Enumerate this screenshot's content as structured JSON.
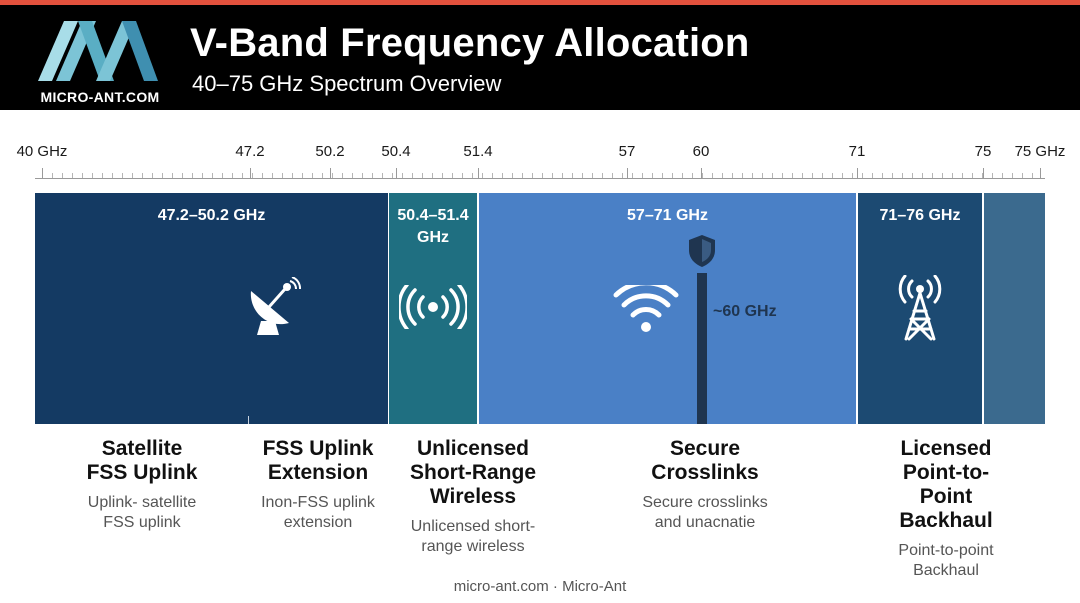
{
  "header": {
    "title": "V-Band Frequency Allocation",
    "subtitle": "40–75 GHz Spectrum Overview",
    "logo_text": "MICRO-ANT.COM"
  },
  "ruler": {
    "labels": [
      "40 GHz",
      "47.2",
      "50.2",
      "50.4",
      "51.4",
      "57",
      "60",
      "71",
      "75",
      "75 GHz"
    ]
  },
  "bands": [
    {
      "label": "47.2–50.2 GHz",
      "color": "#143a63",
      "icon": "satellite-dish-icon"
    },
    {
      "label": "50.4–51.4\nGHz",
      "color": "#1f6f81",
      "icon": "wireless-broadcast-icon"
    },
    {
      "label": "57–71 GHz",
      "color": "#4a80c6",
      "icon": "wifi-icon"
    },
    {
      "label": "71–76 GHz",
      "color": "#1c4a72",
      "icon": "radio-tower-icon"
    },
    {
      "label": "",
      "color": "#3b6a8e",
      "icon": ""
    }
  ],
  "marker": {
    "label": "~60 GHz",
    "icon": "shield-icon",
    "color": "#1f3550"
  },
  "categories": [
    {
      "title": "Satellite\nFSS Uplink",
      "desc": "Uplink- satellite\nFSS uplink"
    },
    {
      "title": "FSS Uplink\nExtension",
      "desc": "Inon-FSS uplink\nextension"
    },
    {
      "title": "Unlicensed\nShort-Range\nWireless",
      "desc": "Unlicensed short-\nrange wireless"
    },
    {
      "title": "Secure\nCrosslinks",
      "desc": "Secure crosslinks\nand unacnatie"
    },
    {
      "title": "Licensed\nPoint-to-Point\nBackhaul",
      "desc": "Point-to-point\nBackhaul"
    }
  ],
  "footer": "micro-ant.com · Micro-Ant",
  "colors": {
    "accent": "#e2513d",
    "header_bg": "#000000",
    "logo_light": "#a8dde8",
    "logo_mid": "#5aaec4",
    "logo_dark": "#3f8fb0"
  }
}
